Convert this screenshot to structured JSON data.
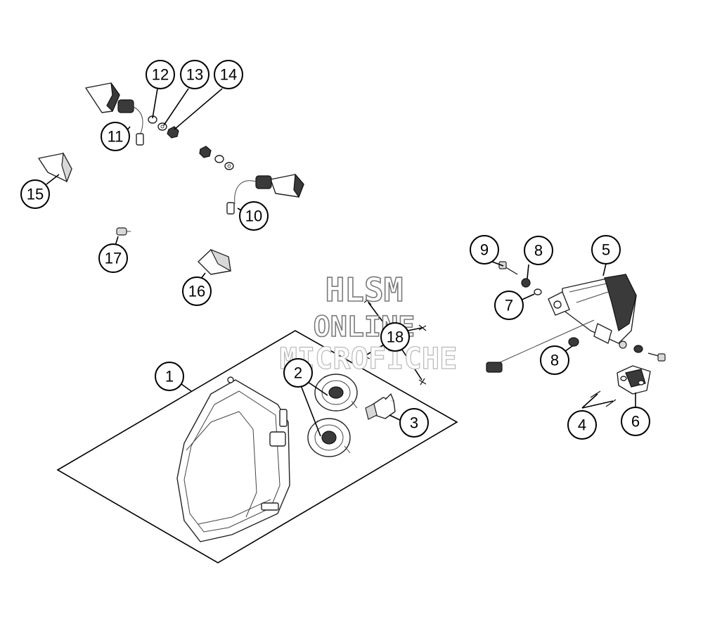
{
  "watermark": {
    "line1": "HLSM",
    "line2": "ONLINE",
    "line3": "MICROFICHE"
  },
  "callouts": {
    "c1": "1",
    "c2": "2",
    "c3": "3",
    "c4": "4",
    "c5": "5",
    "c6": "6",
    "c7": "7",
    "c8a": "8",
    "c8b": "8",
    "c9": "9",
    "c10": "10",
    "c11": "11",
    "c12": "12",
    "c13": "13",
    "c14": "14",
    "c15": "15",
    "c16": "16",
    "c17": "17",
    "c18": "18"
  }
}
